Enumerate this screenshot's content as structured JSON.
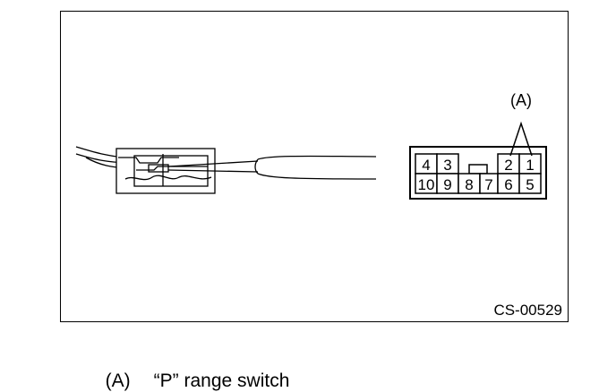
{
  "figure": {
    "callout": "(A)",
    "figure_code": "CS-00529",
    "connector_pins": {
      "top_row": [
        "4",
        "3",
        "",
        "",
        "2",
        "1"
      ],
      "bottom_row": [
        "10",
        "9",
        "8",
        "7",
        "6",
        "5"
      ]
    }
  },
  "caption": {
    "id": "(A)",
    "text": "“P” range switch"
  }
}
